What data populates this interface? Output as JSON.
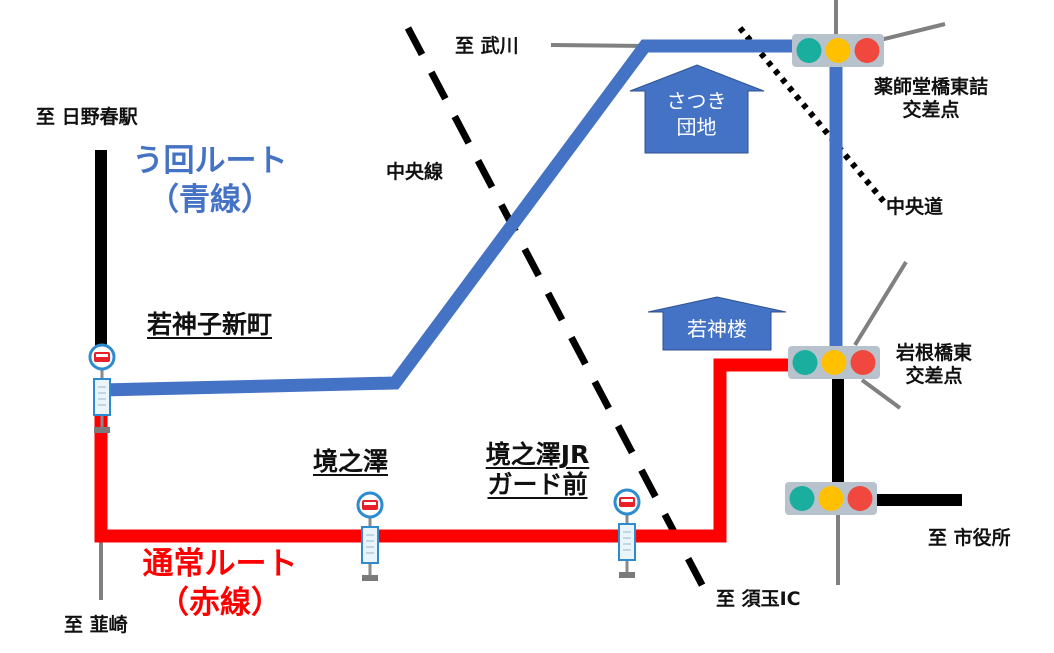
{
  "title": "う回ルート案内図",
  "colors": {
    "detour_route": "#4472C4",
    "normal_route": "#FF0000",
    "road_black": "#000000",
    "road_gray": "#808080",
    "building_fill": "#4472C4",
    "signal_green": "#1AAE9F",
    "signal_yellow": "#FFC000",
    "signal_red": "#F0483E"
  },
  "destinations": {
    "hino_station": "至 日野春駅",
    "takegawa": "至 武川",
    "nirasaki": "至 韮崎",
    "sudama_ic": "至 須玉IC",
    "city_hall": "至 市役所"
  },
  "routes": {
    "detour": {
      "line1": "う回ルート",
      "line2": "（青線）"
    },
    "normal": {
      "line1": "通常ルート",
      "line2": "（赤線）"
    }
  },
  "railways": {
    "chuo_line": "中央線",
    "chuo_expressway": "中央道"
  },
  "intersections": {
    "yakushido": {
      "line1": "薬師堂橋東詰",
      "line2": "交差点"
    },
    "iwane": {
      "line1": "岩根橋東",
      "line2": "交差点"
    }
  },
  "bus_stops": {
    "wakamiko": "若神子新町",
    "sakainosawa": "境之澤",
    "sakainosawa_jr": {
      "line1": "境之澤JR",
      "line2": "ガード前"
    }
  },
  "buildings": {
    "satsuki": {
      "line1": "さつき",
      "line2": "団地"
    },
    "wakamiro": "若神楼"
  }
}
